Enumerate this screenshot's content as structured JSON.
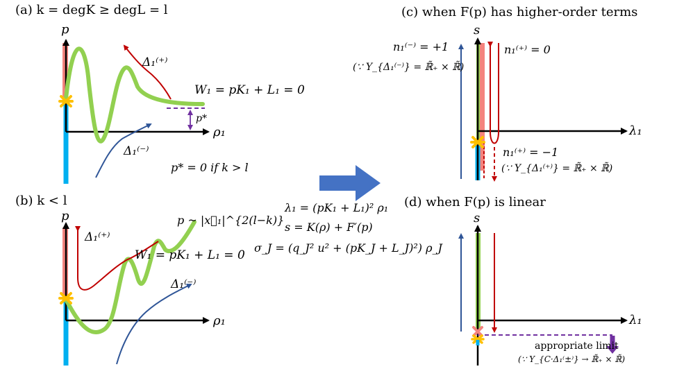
{
  "panels": {
    "a": {
      "title": "(a) k = degK ≥ degL = l"
    },
    "b": {
      "title": "(b) k < l"
    },
    "c": {
      "title": "(c) when F(p) has higher-order terms"
    },
    "d": {
      "title": "(d) when F(p) is linear"
    }
  },
  "labels": {
    "p_axis": "p",
    "rho_axis": "ρ₁",
    "s_axis": "s",
    "lambda_axis": "λ₁",
    "delta_plus": "Δ₁⁽⁺⁾",
    "delta_minus": "Δ₁⁽⁻⁾",
    "w1_equation": "W₁ = pK₁ + L₁ = 0",
    "p_star": "p*",
    "p_star_condition": "p* = 0 if k > l",
    "p_growth": "p ~ |x⃗₁|^{2(l−k)}",
    "n_minus": "n₁⁽⁻⁾ = +1",
    "n_minus_reason": "(∵ Y_{Δ₁⁽⁻⁾} = ℝ̃₊ × ℝ̃)",
    "n_plus_zero": "n₁⁽⁺⁾ = 0",
    "n_plus_neg": "n₁⁽⁺⁾ = −1",
    "n_plus_reason": "(∵ Y_{Δ₁⁽⁺⁾} = ℝ̃₊ × ℝ̃)",
    "appropriate_limit": "appropriate limit",
    "limit_reason": "(∵ Y_{C·Δ₁⁽±⁾} → ℝ̃₊ × ℝ̃)"
  },
  "center": {
    "lambda_def": "λ₁ = (pK₁ + L₁)² ρ₁",
    "s_def": "s = K(ρ) + F′(p)",
    "sigma_def": "σ_J = (q_J² u² + (pK_J + L_J)²) ρ_J"
  },
  "colors": {
    "green": "#92d050",
    "blue": "#00b0f0",
    "salmon": "#f4837d",
    "dark_red": "#c00000",
    "navy": "#2f5597",
    "purple": "#7030a0",
    "star": "#ffc000",
    "arrow": "#4472c4"
  }
}
